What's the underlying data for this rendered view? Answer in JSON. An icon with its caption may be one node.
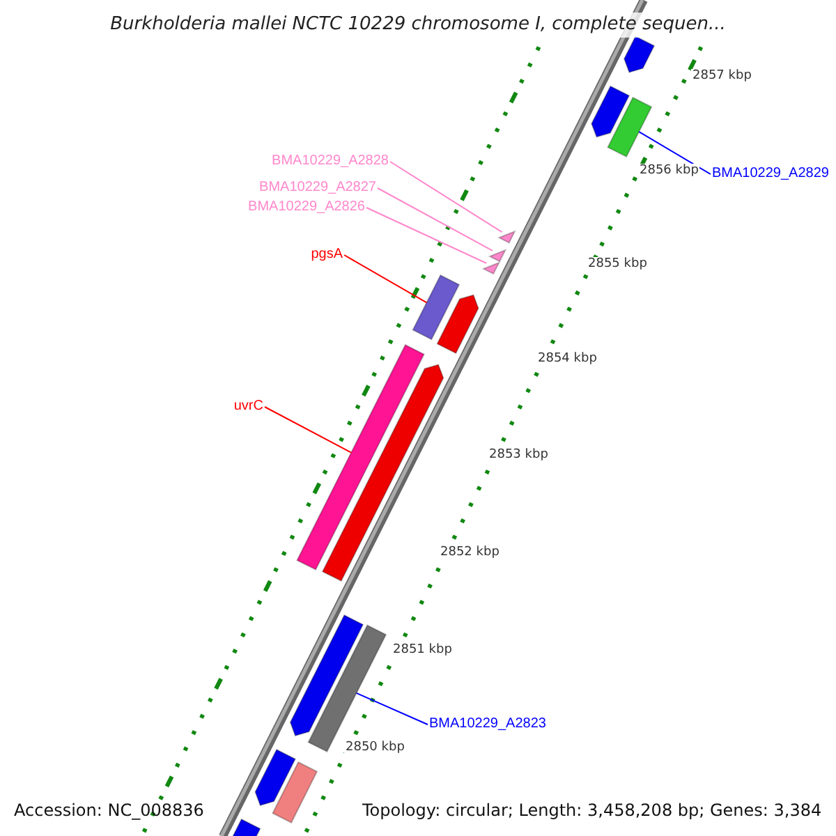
{
  "diagram": {
    "title": "Burkholderia mallei NCTC 10229 chromosome I, complete sequen...",
    "nodes": [
      {
        "text": [],
        "shape": "pentagon"
      },
      {
        "text": [],
        "shape": "pentagon"
      },
      {
        "text": [],
        "shape": "bar"
      },
      {
        "text": [
          "BMA10229_A2829"
        ]
      },
      {
        "text": [
          "BMA10229_A2828"
        ]
      },
      {
        "text": [
          "BMA10229_A2827"
        ]
      },
      {
        "text": [
          "BMA10229_A2826"
        ]
      },
      {
        "text": [],
        "shape": "triangle"
      },
      {
        "text": [],
        "shape": "triangle"
      },
      {
        "text": [],
        "shape": "triangle"
      },
      {
        "text": [
          "pgsA"
        ]
      },
      {
        "text": [],
        "shape": "bar"
      },
      {
        "text": [],
        "shape": "pentagon"
      },
      {
        "text": [],
        "shape": "bar"
      },
      {
        "text": [],
        "shape": "pentagon"
      },
      {
        "text": [
          "uvrC"
        ]
      },
      {
        "text": [],
        "shape": "pentagon"
      },
      {
        "text": [],
        "shape": "bar"
      },
      {
        "text": [
          "BMA10229_A2823"
        ]
      },
      {
        "text": [],
        "shape": "pentagon"
      },
      {
        "text": [],
        "shape": "bar"
      },
      {
        "text": [],
        "shape": "pentagon"
      }
    ],
    "edges": [
      {
        "from": 3,
        "to": 2,
        "arrow": "none",
        "color": "#0000ff"
      },
      {
        "from": 4,
        "to": 7,
        "arrow": "none",
        "color": "#ff88cc"
      },
      {
        "from": 5,
        "to": 8,
        "arrow": "none",
        "color": "#ff88cc"
      },
      {
        "from": 6,
        "to": 9,
        "arrow": "none",
        "color": "#ff88cc"
      },
      {
        "from": 10,
        "to": 11,
        "arrow": "none",
        "color": "#ff0000"
      },
      {
        "from": 15,
        "to": 13,
        "arrow": "none",
        "color": "#ff0000"
      },
      {
        "from": 18,
        "to": 17,
        "arrow": "none",
        "color": "#0000ff"
      }
    ],
    "labels": [
      "2857 kbp",
      "2856 kbp",
      "2855 kbp",
      "2854 kbp",
      "2853 kbp",
      "2852 kbp",
      "2851 kbp",
      "2850 kbp",
      "Accession: NC_008836",
      "Topology: circular; Length: 3,458,208 bp; Genes: 3,384"
    ]
  }
}
